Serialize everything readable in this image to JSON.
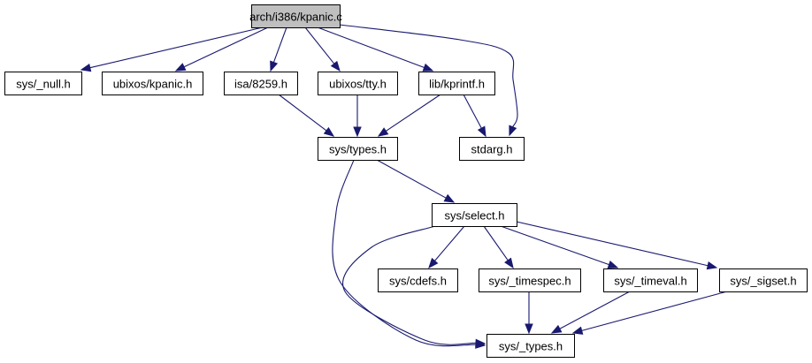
{
  "diagram": {
    "title": "arch/i386/kpanic.c include dependency graph",
    "edge_color": "#191970",
    "root_fill": "#bfbfbf",
    "nodes": [
      {
        "id": "kpanic_c",
        "label": "arch/i386/kpanic.c",
        "root": true
      },
      {
        "id": "null_h",
        "label": "sys/_null.h"
      },
      {
        "id": "ukpanic_h",
        "label": "ubixos/kpanic.h"
      },
      {
        "id": "i8259_h",
        "label": "isa/8259.h"
      },
      {
        "id": "tty_h",
        "label": "ubixos/tty.h"
      },
      {
        "id": "kprintf_h",
        "label": "lib/kprintf.h"
      },
      {
        "id": "types_h",
        "label": "sys/types.h"
      },
      {
        "id": "stdarg_h",
        "label": "stdarg.h"
      },
      {
        "id": "select_h",
        "label": "sys/select.h"
      },
      {
        "id": "cdefs_h",
        "label": "sys/cdefs.h"
      },
      {
        "id": "timespec_h",
        "label": "sys/_timespec.h"
      },
      {
        "id": "timeval_h",
        "label": "sys/_timeval.h"
      },
      {
        "id": "sigset_h",
        "label": "sys/_sigset.h"
      },
      {
        "id": "_types_h",
        "label": "sys/_types.h"
      }
    ],
    "edges": [
      {
        "from": "kpanic_c",
        "to": "null_h"
      },
      {
        "from": "kpanic_c",
        "to": "ukpanic_h"
      },
      {
        "from": "kpanic_c",
        "to": "i8259_h"
      },
      {
        "from": "kpanic_c",
        "to": "tty_h"
      },
      {
        "from": "kpanic_c",
        "to": "kprintf_h"
      },
      {
        "from": "kpanic_c",
        "to": "stdarg_h"
      },
      {
        "from": "i8259_h",
        "to": "types_h"
      },
      {
        "from": "tty_h",
        "to": "types_h"
      },
      {
        "from": "kprintf_h",
        "to": "types_h"
      },
      {
        "from": "kprintf_h",
        "to": "stdarg_h"
      },
      {
        "from": "types_h",
        "to": "select_h"
      },
      {
        "from": "types_h",
        "to": "_types_h"
      },
      {
        "from": "select_h",
        "to": "cdefs_h"
      },
      {
        "from": "select_h",
        "to": "timespec_h"
      },
      {
        "from": "select_h",
        "to": "timeval_h"
      },
      {
        "from": "select_h",
        "to": "sigset_h"
      },
      {
        "from": "select_h",
        "to": "_types_h"
      },
      {
        "from": "timespec_h",
        "to": "_types_h"
      },
      {
        "from": "timeval_h",
        "to": "_types_h"
      },
      {
        "from": "sigset_h",
        "to": "_types_h"
      }
    ]
  }
}
